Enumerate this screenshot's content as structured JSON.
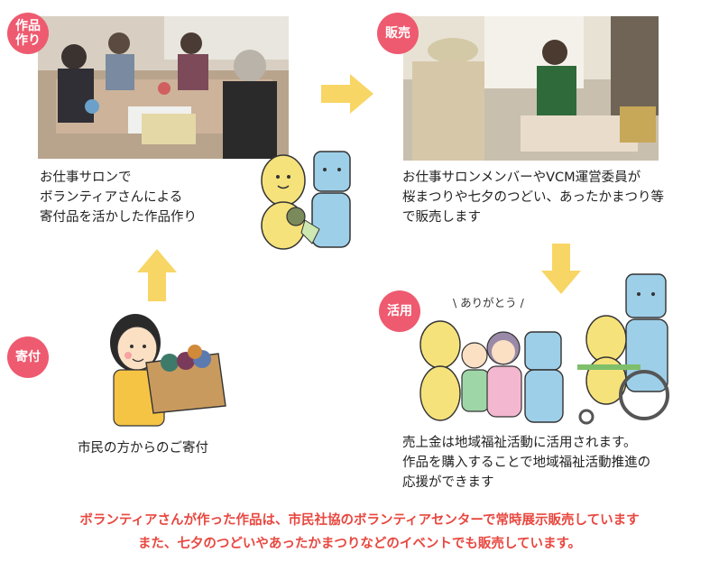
{
  "badges": {
    "make": "作品\n作り",
    "sell": "販売",
    "use": "活用",
    "donate": "寄付"
  },
  "captions": {
    "make": [
      "お仕事サロンで",
      "ボランティアさんによる",
      "寄付品を活かした作品作り"
    ],
    "sell": [
      "お仕事サロンメンバーやVCM運営委員が",
      "桜まつりや七夕のつどい、あったかまつり等",
      "で販売します"
    ],
    "donate": "市民の方からのご寄付",
    "use": [
      "売上金は地域福祉活動に活用されます。",
      "作品を購入することで地域福祉活動推進の",
      "応援ができます"
    ]
  },
  "speech": "\\ ありがとう /",
  "footer": [
    "ボランティアさんが作った作品は、市民社協のボランティアセンターで常時展示販売しています",
    "また、七夕のつどいやあったかまつりなどのイベントでも販売しています。"
  ],
  "colors": {
    "badge": "#ee5a6f",
    "arrow": "#f7d154",
    "footer": "#e8473f",
    "yellow_char": "#f6e27a",
    "blue_char": "#9ecfe8"
  }
}
